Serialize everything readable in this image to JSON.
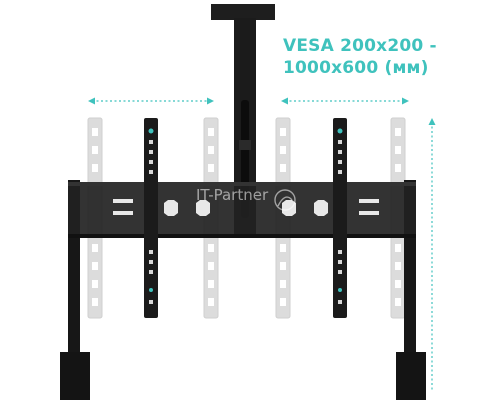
{
  "spec": {
    "line1": "VESA 200x200 -",
    "line2": "1000x600 (мм)"
  },
  "watermark": "IT-Partner",
  "colors": {
    "accent": "#3fc2bd",
    "metal": "#1b1b1b",
    "ghost": "#d9d9d9"
  },
  "icons": {
    "watermark_logo": "partner-swirl-icon"
  }
}
